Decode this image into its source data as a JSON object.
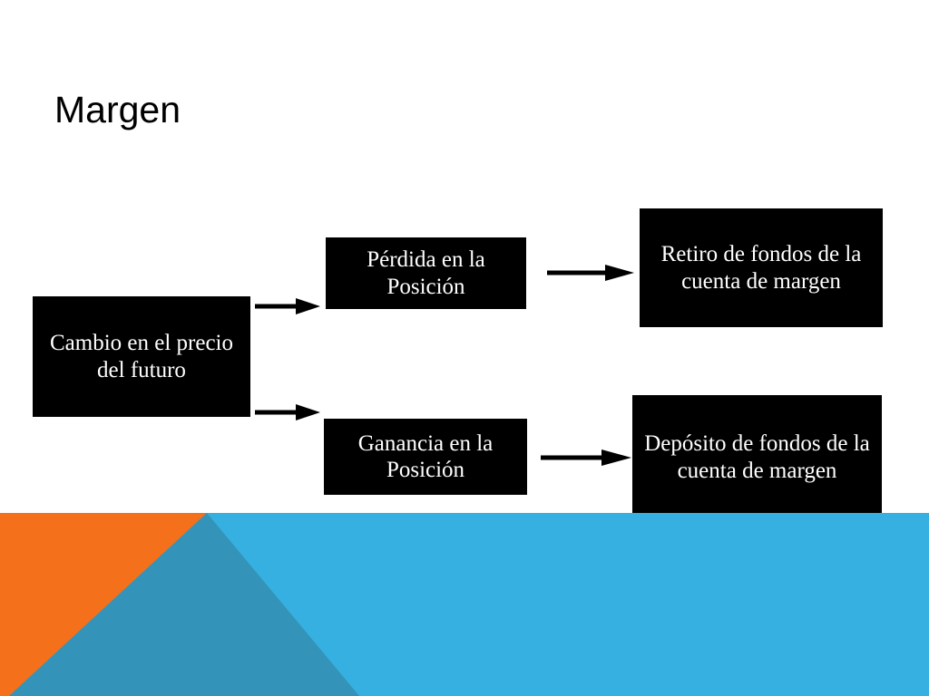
{
  "slide": {
    "title": "Margen",
    "background_color": "#FFFFFF"
  },
  "diagram": {
    "boxes": [
      {
        "id": "cambio",
        "text": "Cambio en el precio del futuro",
        "bg": "#000000",
        "fg": "#FFFFFF"
      },
      {
        "id": "perdida",
        "text": "Pérdida en la Posición",
        "bg": "#000000",
        "fg": "#FFFFFF"
      },
      {
        "id": "retiro",
        "text": "Retiro de fondos de la cuenta de margen",
        "bg": "#000000",
        "fg": "#FFFFFF"
      },
      {
        "id": "ganancia",
        "text": "Ganancia en la Posición",
        "bg": "#000000",
        "fg": "#FFFFFF"
      },
      {
        "id": "deposito",
        "text": "Depósito de fondos de la cuenta de margen",
        "bg": "#000000",
        "fg": "#FFFFFF"
      }
    ],
    "arrows": [
      {
        "id": "arrow-1",
        "from": "cambio",
        "to": "perdida",
        "icon": "arrow-right-icon",
        "color": "#000000"
      },
      {
        "id": "arrow-2",
        "from": "perdida",
        "to": "retiro",
        "icon": "arrow-right-icon",
        "color": "#000000"
      },
      {
        "id": "arrow-3",
        "from": "cambio",
        "to": "ganancia",
        "icon": "arrow-right-icon",
        "color": "#000000"
      },
      {
        "id": "arrow-4",
        "from": "ganancia",
        "to": "deposito",
        "icon": "arrow-right-icon",
        "color": "#000000"
      }
    ]
  },
  "decoration": {
    "band_name": "bottom-color-band",
    "orange": "#F4701B",
    "light_blue": "#36B0E0",
    "teal": "#3393B8"
  }
}
